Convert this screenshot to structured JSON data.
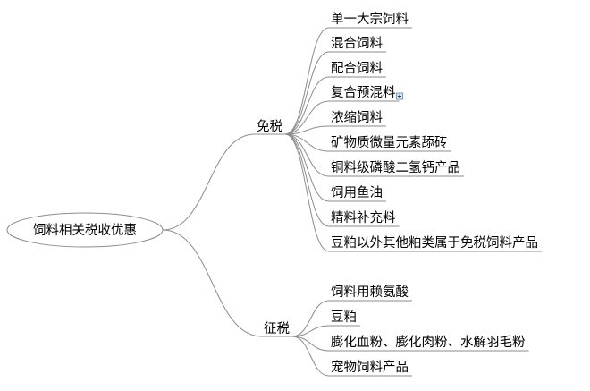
{
  "root": {
    "label": "饲料相关税收优惠"
  },
  "branches": [
    {
      "label": "免税",
      "children": [
        {
          "label": "单一大宗饲料"
        },
        {
          "label": "混合饲料"
        },
        {
          "label": "配合饲料"
        },
        {
          "label": "复合预混料",
          "collapsed": true,
          "icon": "expand-plus-icon"
        },
        {
          "label": "浓缩饲料"
        },
        {
          "label": "矿物质微量元素舔砖"
        },
        {
          "label": "铜料级磷酸二氢钙产品"
        },
        {
          "label": "饲用鱼油"
        },
        {
          "label": "精料补充料"
        },
        {
          "label": "豆粕以外其他粕类属于免税饲料产品"
        }
      ]
    },
    {
      "label": "征税",
      "children": [
        {
          "label": "饲料用赖氨酸"
        },
        {
          "label": "豆粕"
        },
        {
          "label": "膨化血粉、膨化肉粉、水解羽毛粉"
        },
        {
          "label": "宠物饲料产品"
        }
      ]
    }
  ],
  "colors": {
    "line": "#8c8c8c",
    "text": "#000000"
  }
}
